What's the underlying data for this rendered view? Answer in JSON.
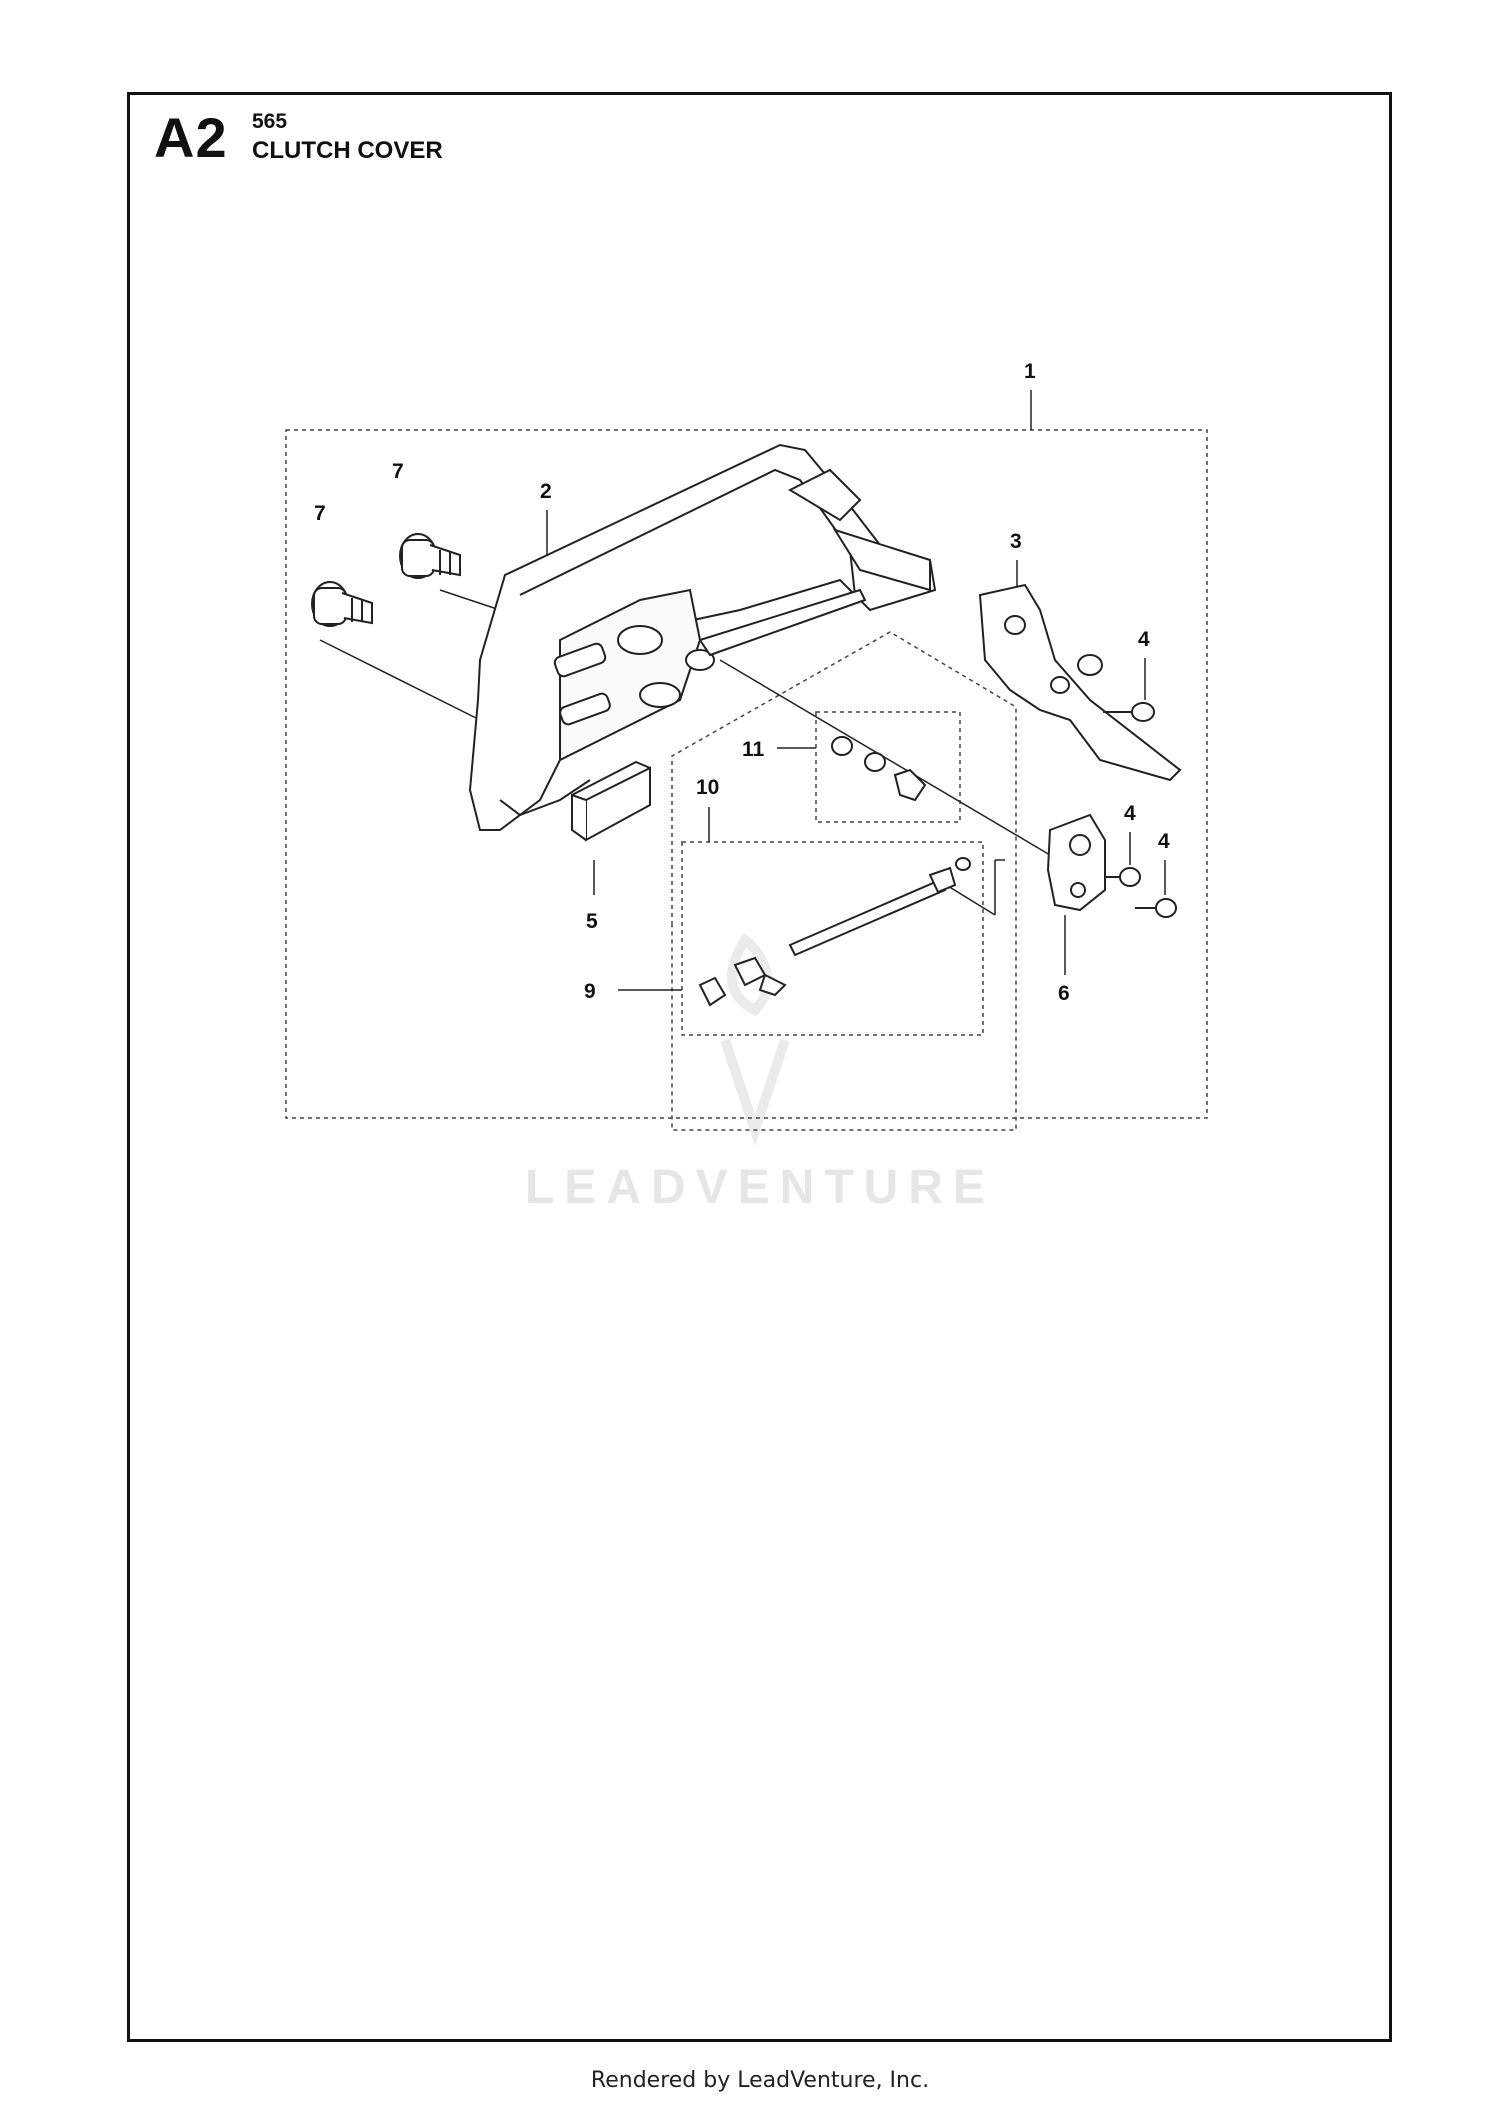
{
  "header": {
    "section_code": "A2",
    "model": "565",
    "title": "CLUTCH COVER"
  },
  "callouts": [
    "1",
    "2",
    "3",
    "4",
    "4",
    "4",
    "5",
    "6",
    "7",
    "7",
    "9",
    "10",
    "11"
  ],
  "watermark": "LEADVENTURE",
  "footer": "Rendered by LeadVenture, Inc."
}
